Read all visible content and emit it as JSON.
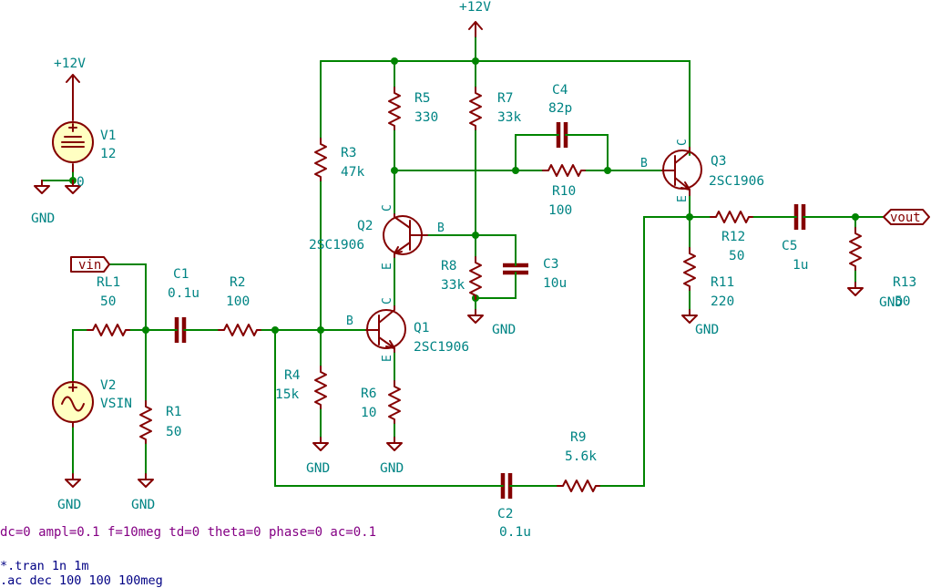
{
  "power": {
    "v1_rail": "+12V",
    "main_rail": "+12V",
    "zero": "0",
    "gnd": "GND"
  },
  "components": {
    "V1": {
      "ref": "V1",
      "value": "12"
    },
    "V2": {
      "ref": "V2",
      "value": "VSIN"
    },
    "RL1": {
      "ref": "RL1",
      "value": "50"
    },
    "R1": {
      "ref": "R1",
      "value": "50"
    },
    "C1": {
      "ref": "C1",
      "value": "0.1u"
    },
    "R2": {
      "ref": "R2",
      "value": "100"
    },
    "R3": {
      "ref": "R3",
      "value": "47k"
    },
    "R4": {
      "ref": "R4",
      "value": "15k"
    },
    "R5": {
      "ref": "R5",
      "value": "330"
    },
    "R6": {
      "ref": "R6",
      "value": "10"
    },
    "R7": {
      "ref": "R7",
      "value": "33k"
    },
    "R8": {
      "ref": "R8",
      "value": "33k"
    },
    "C3": {
      "ref": "C3",
      "value": "10u"
    },
    "C4": {
      "ref": "C4",
      "value": "82p"
    },
    "R10": {
      "ref": "R10",
      "value": "100"
    },
    "Q1": {
      "ref": "Q1",
      "value": "2SC1906"
    },
    "Q2": {
      "ref": "Q2",
      "value": "2SC1906"
    },
    "Q3": {
      "ref": "Q3",
      "value": "2SC1906"
    },
    "R11": {
      "ref": "R11",
      "value": "220"
    },
    "R12": {
      "ref": "R12",
      "value": "50"
    },
    "C5": {
      "ref": "C5",
      "value": "1u"
    },
    "R13": {
      "ref": "R13",
      "value": "50"
    },
    "R9": {
      "ref": "R9",
      "value": "5.6k"
    },
    "C2": {
      "ref": "C2",
      "value": "0.1u"
    }
  },
  "pins": {
    "base": "B",
    "collector": "C",
    "emitter": "E"
  },
  "nets": {
    "input": "vin",
    "output": "vout"
  },
  "spice": {
    "vsin_params": "dc=0 ampl=0.1 f=10meg td=0 theta=0 phase=0 ac=0.1",
    "tran": "*.tran 1n 1m",
    "ac": ".ac dec 100 100 100meg"
  },
  "colors": {
    "wire": "#008400",
    "component": "#840000",
    "label": "#008484",
    "source_fill": "#ffffc2",
    "spice_text": "#840084",
    "directive_text": "#000084"
  }
}
